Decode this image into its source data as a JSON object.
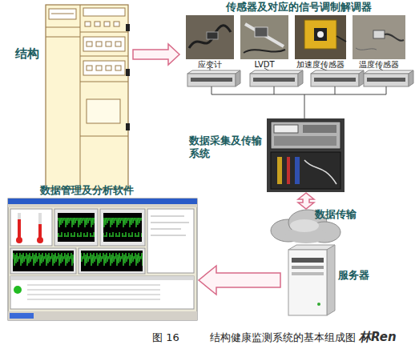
{
  "diagram": {
    "caption": "结构健康监测系统的基本组成图",
    "nodes": [
      {
        "text": [
          "结构"
        ]
      },
      {
        "text": [
          "传感器及对应的信号调制解调器"
        ]
      },
      {
        "text": [
          "应变计"
        ],
        "in": 1
      },
      {
        "text": [
          "LVDT"
        ],
        "in": 1
      },
      {
        "text": [
          "加速度传感器"
        ],
        "in": 1
      },
      {
        "text": [
          "温度传感器"
        ],
        "in": 1
      },
      {
        "text": [
          "数据采集及传输系统"
        ]
      },
      {
        "text": [
          "数据传输"
        ]
      },
      {
        "text": [
          "服务器"
        ]
      },
      {
        "text": [
          "数据管理及分析软件"
        ]
      }
    ],
    "edges": [
      {
        "from": 0,
        "to": 1,
        "arrow": "to"
      },
      {
        "from": 1,
        "to": 6,
        "arrow": "none"
      },
      {
        "from": 6,
        "to": 7,
        "arrow": "both"
      },
      {
        "from": 8,
        "to": 9,
        "arrow": "to"
      }
    ],
    "labels": [
      "图 16",
      "林Ren"
    ]
  }
}
